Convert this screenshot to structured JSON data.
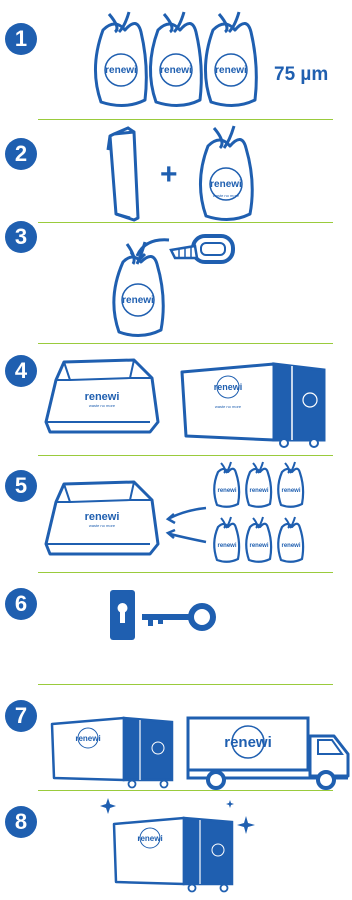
{
  "steps": [
    {
      "number": "1"
    },
    {
      "number": "2"
    },
    {
      "number": "3"
    },
    {
      "number": "4"
    },
    {
      "number": "5"
    },
    {
      "number": "6"
    },
    {
      "number": "7"
    },
    {
      "number": "8"
    }
  ],
  "step1": {
    "thickness": "75 µm"
  },
  "step2": {
    "plus": "+"
  },
  "brand": {
    "name": "renewi",
    "tagline": "waste no more"
  },
  "colors": {
    "brand_blue": "#1f5fb0",
    "separator_green": "#9acb3c",
    "white": "#ffffff"
  },
  "icons": [
    "waste-bag-icon",
    "bag-holder-icon",
    "cable-tie-icon",
    "container-icon",
    "lock-icon",
    "key-icon",
    "truck-icon",
    "sparkle-icon"
  ]
}
